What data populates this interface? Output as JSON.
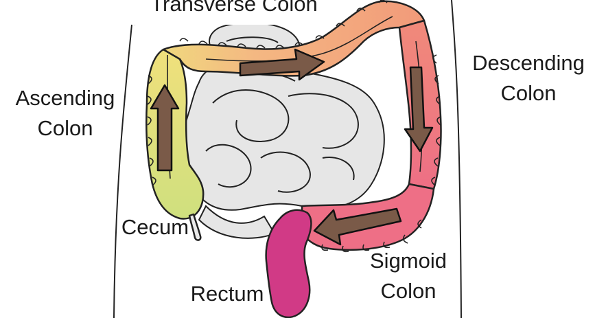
{
  "labels": {
    "transverse": {
      "lines": [
        "Transverse Colon"
      ]
    },
    "ascending": {
      "lines": [
        "Ascending",
        "Colon"
      ]
    },
    "descending": {
      "lines": [
        "Descending",
        "Colon"
      ]
    },
    "cecum": {
      "lines": [
        "Cecum"
      ]
    },
    "rectum": {
      "lines": [
        "Rectum"
      ]
    },
    "sigmoid": {
      "lines": [
        "Sigmoid",
        "Colon"
      ]
    }
  },
  "colors": {
    "ascending_colon": "#e8e07a",
    "transverse_colon": "#f2b27a",
    "descending_colon": "#ef8a7a",
    "sigmoid_colon": "#ee6f88",
    "rectum": "#d13a86",
    "small_intestine": "#e6e6e6",
    "arrow_fill": "#7a5a48",
    "outline": "#222222"
  },
  "arrows": [
    {
      "name": "ascending-arrow",
      "direction": "up"
    },
    {
      "name": "transverse-arrow",
      "direction": "right"
    },
    {
      "name": "descending-arrow",
      "direction": "down"
    },
    {
      "name": "sigmoid-arrow",
      "direction": "left"
    }
  ]
}
